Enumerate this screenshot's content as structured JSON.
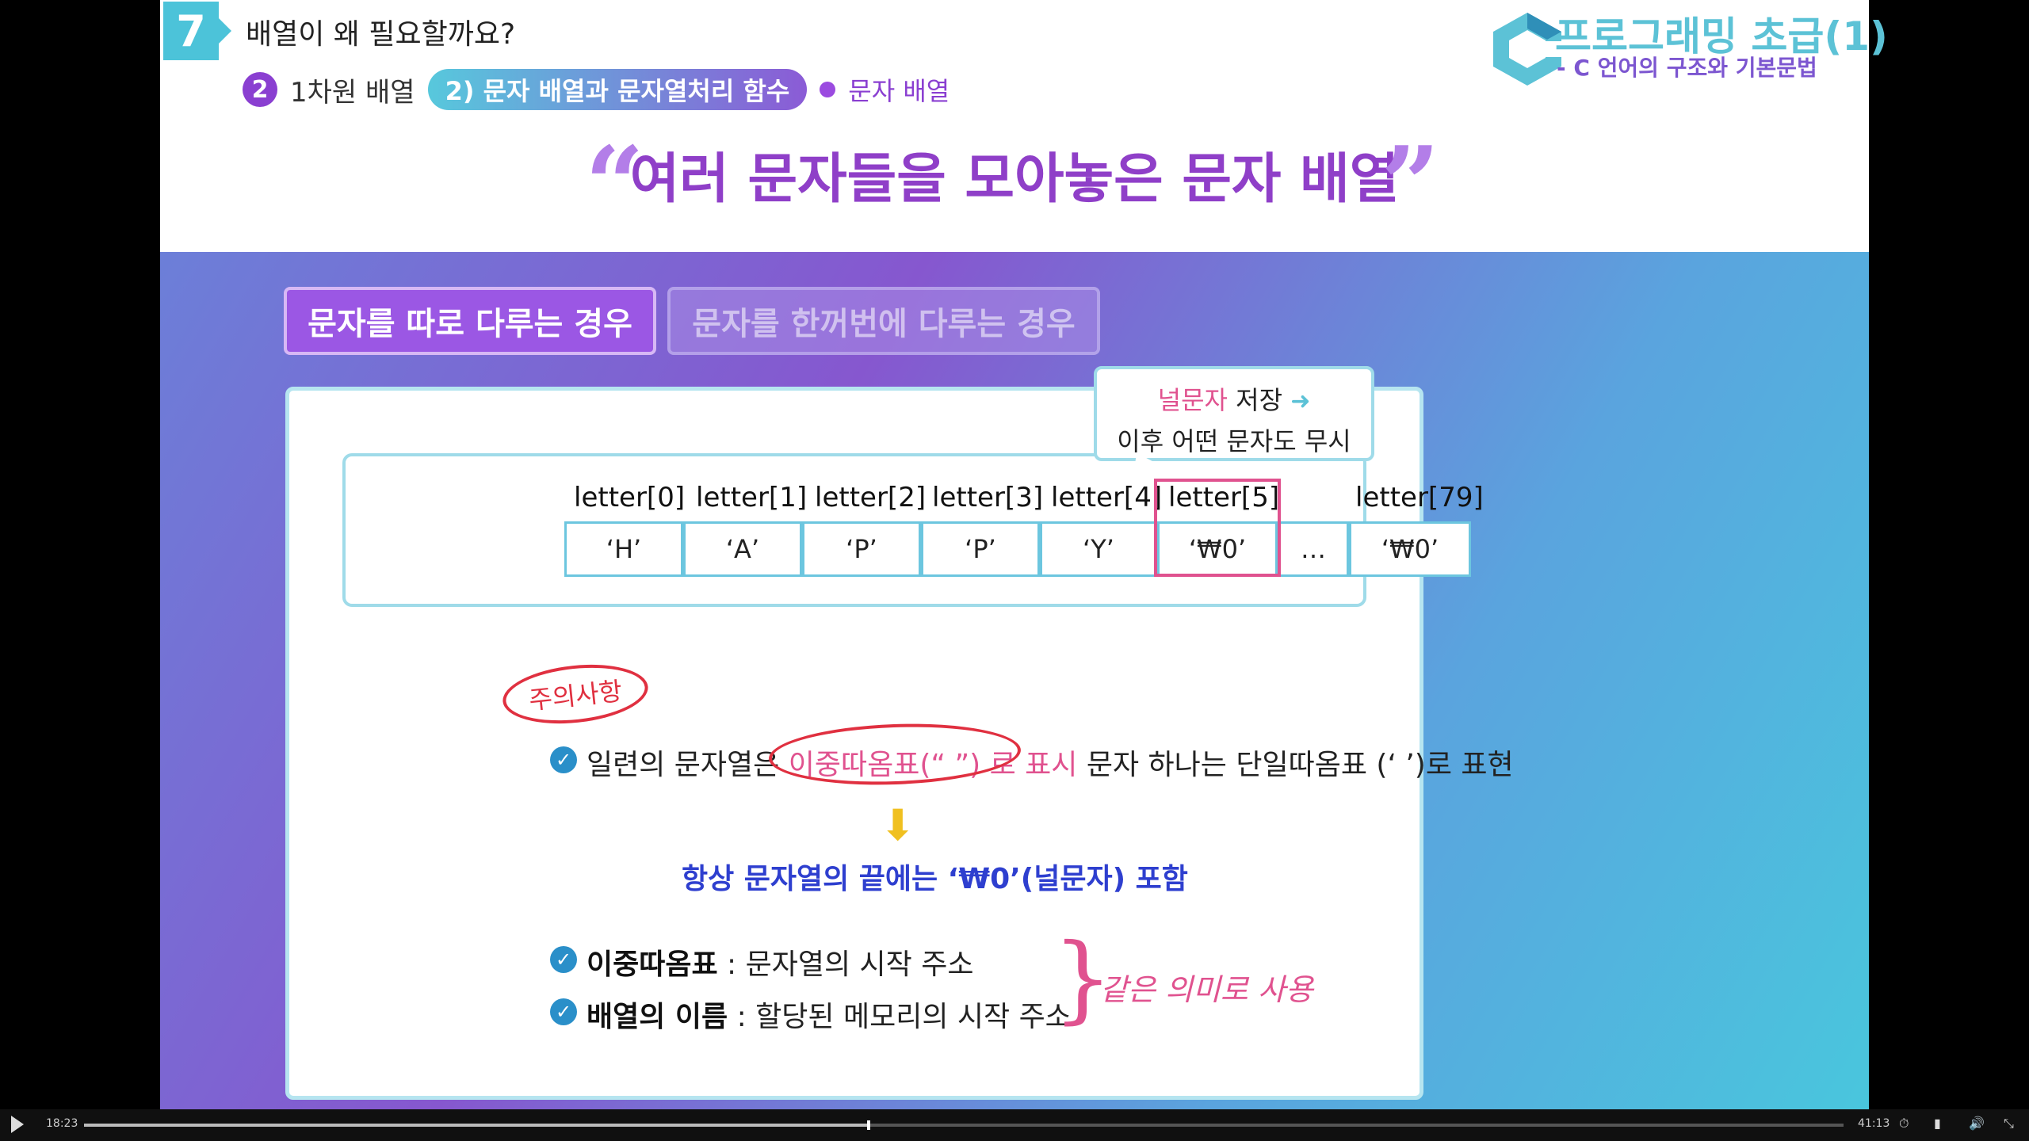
{
  "header": {
    "lecture_number": "7",
    "lecture_title": "배열이 왜 필요할까요?",
    "breadcrumb": {
      "section_number": "2",
      "section_title": "1차원 배열",
      "pill": "2) 문자 배열과 문자열처리 함수",
      "current": "문자 배열"
    },
    "course_title": "프로그래밍 초급(1)",
    "course_subtitle": "- C 언어의 구조와 기본문법",
    "logo_icon": "c-logo-icon"
  },
  "headline": "여러 문자들을 모아놓은 문자 배열",
  "tabs": [
    {
      "label": "문자를 따로 다루는 경우",
      "active": true
    },
    {
      "label": "문자를 한꺼번에 다루는 경우",
      "active": false
    }
  ],
  "array": {
    "indices": [
      "letter[0]",
      "letter[1]",
      "letter[2]",
      "letter[3]",
      "letter[4]",
      "letter[5]",
      "letter[79]"
    ],
    "cells": [
      "‘H’",
      "‘A’",
      "‘P’",
      "‘P’",
      "‘Y’",
      "‘₩0’",
      "…",
      "‘₩0’"
    ]
  },
  "callout": {
    "pink": "널문자",
    "rest": " 저장",
    "line2": "이후 어떤 문자도 무시"
  },
  "caution_label": "주의사항",
  "notes": {
    "line1_a": "일련의 문자열은 ",
    "line1_emph": "이중따옴표(“ ”) 로 표시",
    "line1_b": " 문자 하나는 단일따옴표 (‘ ’)로 표현",
    "always": "항상 문자열의 끝에는 ‘₩0’(널문자) 포함",
    "double_quote_term": "이중따옴표",
    "double_quote_desc": " : 문자열의 시작 주소",
    "array_name_term": "배열의 이름",
    "array_name_desc": " : 할당된 메모리의 시작 주소",
    "same_meaning": "같은 의미로 사용"
  },
  "player": {
    "current_time": "18:23",
    "total_time": "41:13",
    "progress": 0.446
  },
  "colors": {
    "accent_purple": "#8f3fc8",
    "accent_cyan": "#4cc3d9",
    "pink": "#e0528f",
    "red": "#e03040"
  }
}
